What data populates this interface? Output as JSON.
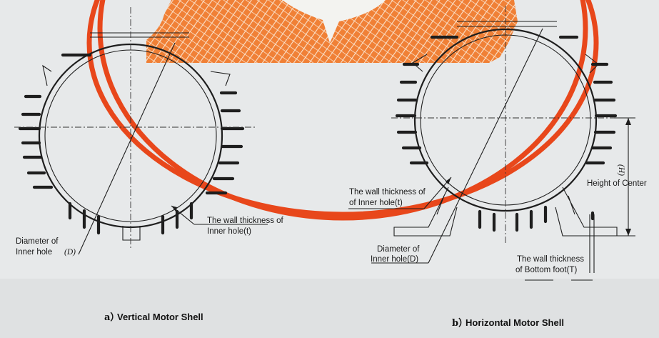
{
  "accent_color": "#e8471b",
  "left_figure": {
    "caption_index": "a）",
    "caption": "Vertical Motor Shell",
    "label_diameter_line1": "Diameter of",
    "label_diameter_line2": "Inner hole",
    "label_diameter_symbol": "(D)",
    "label_wall_line1": "The wall thickness of",
    "label_wall_line2": "Inner hole(t)"
  },
  "right_figure": {
    "caption_index": "b）",
    "caption": "Horizontal Motor Shell",
    "label_wall_line1": "The wall thickness of",
    "label_wall_line2": "of Inner hole(t)",
    "label_diameter_line1": "Diameter of",
    "label_diameter_line2": "Inner hole(D)",
    "label_height_symbol": "(H)",
    "label_height": "Height of Center",
    "label_foot_line1": "The wall thickness",
    "label_foot_line2": "of Bottom foot(T)"
  },
  "icons": [
    "brand-logo-icon"
  ]
}
